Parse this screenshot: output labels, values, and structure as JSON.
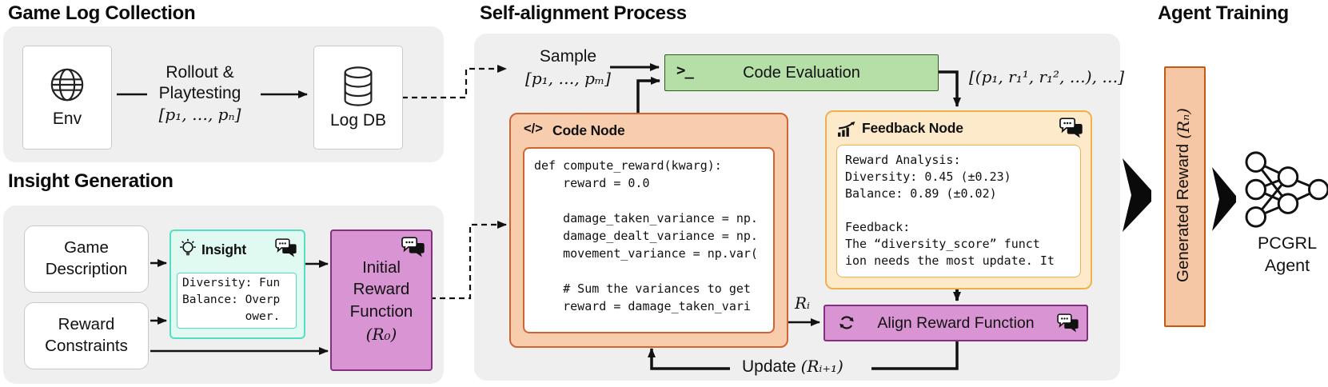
{
  "colors": {
    "panel_gray": "#efefef",
    "green_fill": "#b5dfa7",
    "green_border": "#2f5c1b",
    "mint_fill": "#e0faf1",
    "mint_border": "#55dec4",
    "purple_fill": "#d994d4",
    "purple_border": "#84307e",
    "orange_fill": "#f7cdae",
    "orange_border": "#cf6532",
    "amber_fill": "#fdeaca",
    "amber_border": "#f1b04e",
    "salmon_fill": "#f6c7a5",
    "salmon_border": "#c45a12",
    "line_black": "#111111"
  },
  "titles": {
    "game_log": "Game Log Collection",
    "insight": "Insight Generation",
    "self_align": "Self-alignment Process",
    "agent": "Agent Training"
  },
  "game_log": {
    "env_label": "Env",
    "rollout_line1": "Rollout &",
    "rollout_line2": "Playtesting",
    "rollout_math": "[p₁, …, pₙ]",
    "logdb_label": "Log DB"
  },
  "insight_gen": {
    "game_description": "Game Description",
    "reward_constraints": "Reward Constraints",
    "insight_title": "Insight",
    "insight_note": "Diversity: Fun\nBalance: Overp\n         ower.",
    "initial_reward_label": "Initial Reward Function",
    "initial_reward_math": "(R₀)"
  },
  "self_align": {
    "sample_label": "Sample",
    "sample_math": "[p₁, …, pₘ]",
    "terminal_glyph": ">_",
    "code_eval_label": "Code Evaluation",
    "results_math": "[(p₁, r₁¹, r₁², …), …]",
    "code_glyph": "</>",
    "code_node_title": "Code Node",
    "code_text": "def compute_reward(kwarg):\n    reward = 0.0\n\n    damage_taken_variance = np.\n    damage_dealt_variance = np.\n    movement_variance = np.var(\n\n    # Sum the variances to get\n    reward = damage_taken_vari",
    "feedback_node_title": "Feedback Node",
    "feedback_text": "Reward Analysis:\nDiversity: 0.45 (±0.23)\nBalance: 0.89 (±0.02)\n\nFeedback:\nThe “diversity_score” funct\nion needs the most update. It",
    "align_label": "Align Reward Function",
    "ri_math": "Rᵢ",
    "update_label": "Update",
    "update_math": "(Rᵢ₊₁)"
  },
  "agent_training": {
    "generated_reward_label": "Generated Reward",
    "generated_reward_math": "(Rₙ)",
    "agent_label": "PCGRL Agent"
  },
  "icons": {
    "env": "globe-icon",
    "log_db": "database-icon",
    "insight": "lightbulb-icon",
    "llm": "chat-bubbles-icon",
    "code_eval": "terminal-icon",
    "code_node": "code-brackets-icon",
    "feedback_node": "chart-icon",
    "align": "refresh-cycle-icon",
    "agent": "neural-network-icon"
  }
}
